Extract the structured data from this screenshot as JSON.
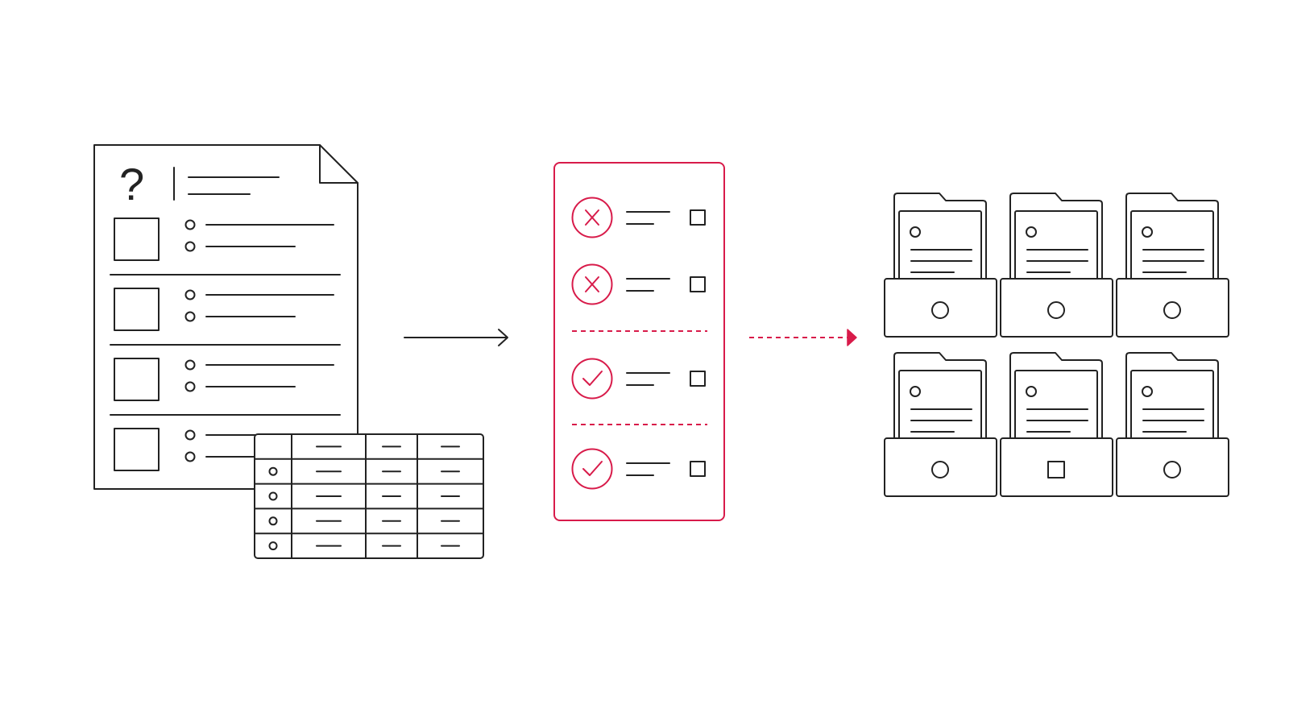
{
  "colors": {
    "ink": "#222222",
    "accent": "#d81b4a",
    "background": "#ffffff"
  },
  "source_document": {
    "header_symbol": "?",
    "question_rows": 4,
    "options_per_row": 2
  },
  "spreadsheet": {
    "columns": 4,
    "data_rows": 4
  },
  "arrows": [
    {
      "style": "solid",
      "color": "#222222"
    },
    {
      "style": "dashed",
      "color": "#d81b4a"
    }
  ],
  "validation_panel": {
    "items": [
      {
        "status": "rejected",
        "icon": "x-icon"
      },
      {
        "status": "rejected",
        "icon": "x-icon"
      },
      {
        "status": "accepted",
        "icon": "check-icon"
      },
      {
        "status": "accepted",
        "icon": "check-icon"
      }
    ]
  },
  "storage_grid": {
    "rows": 2,
    "columns": 3,
    "drawer_markers": [
      "circle",
      "circle",
      "circle",
      "circle",
      "square",
      "circle"
    ]
  }
}
